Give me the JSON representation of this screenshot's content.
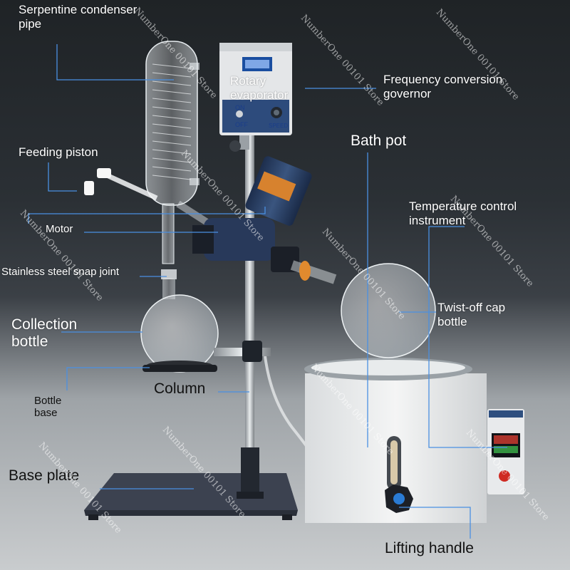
{
  "labels": {
    "serpentine_condenser_pipe": "Serpentine condenser\npipe",
    "rotary_evaporator": "Rotary\nevaporator",
    "frequency_conversion_governor": "Frequency conversion\ngovernor",
    "feeding_piston": "Feeding piston",
    "bath_pot": "Bath pot",
    "temperature_control_instrument": "Temperature control\ninstrument",
    "motor": "Motor",
    "stainless_steel_snap_joint": "Stainless steel snap joint",
    "twist_off_cap_bottle": "Twist-off cap\nbottle",
    "collection_bottle": "Collection\nbottle",
    "column": "Column",
    "bottle_base": "Bottle\nbase",
    "base_plate": "Base plate",
    "lifting_handle": "Lifting handle"
  },
  "watermark": "NumberOne 00101 Store",
  "panel": {
    "on": "ON",
    "off": "OFF",
    "speed": "SPEED"
  },
  "colors": {
    "leader_line": "#4a90e2",
    "panel_blue": "#2f4f7f",
    "knob_blue": "#2a7bd4",
    "bath_body": "#eceeee"
  }
}
